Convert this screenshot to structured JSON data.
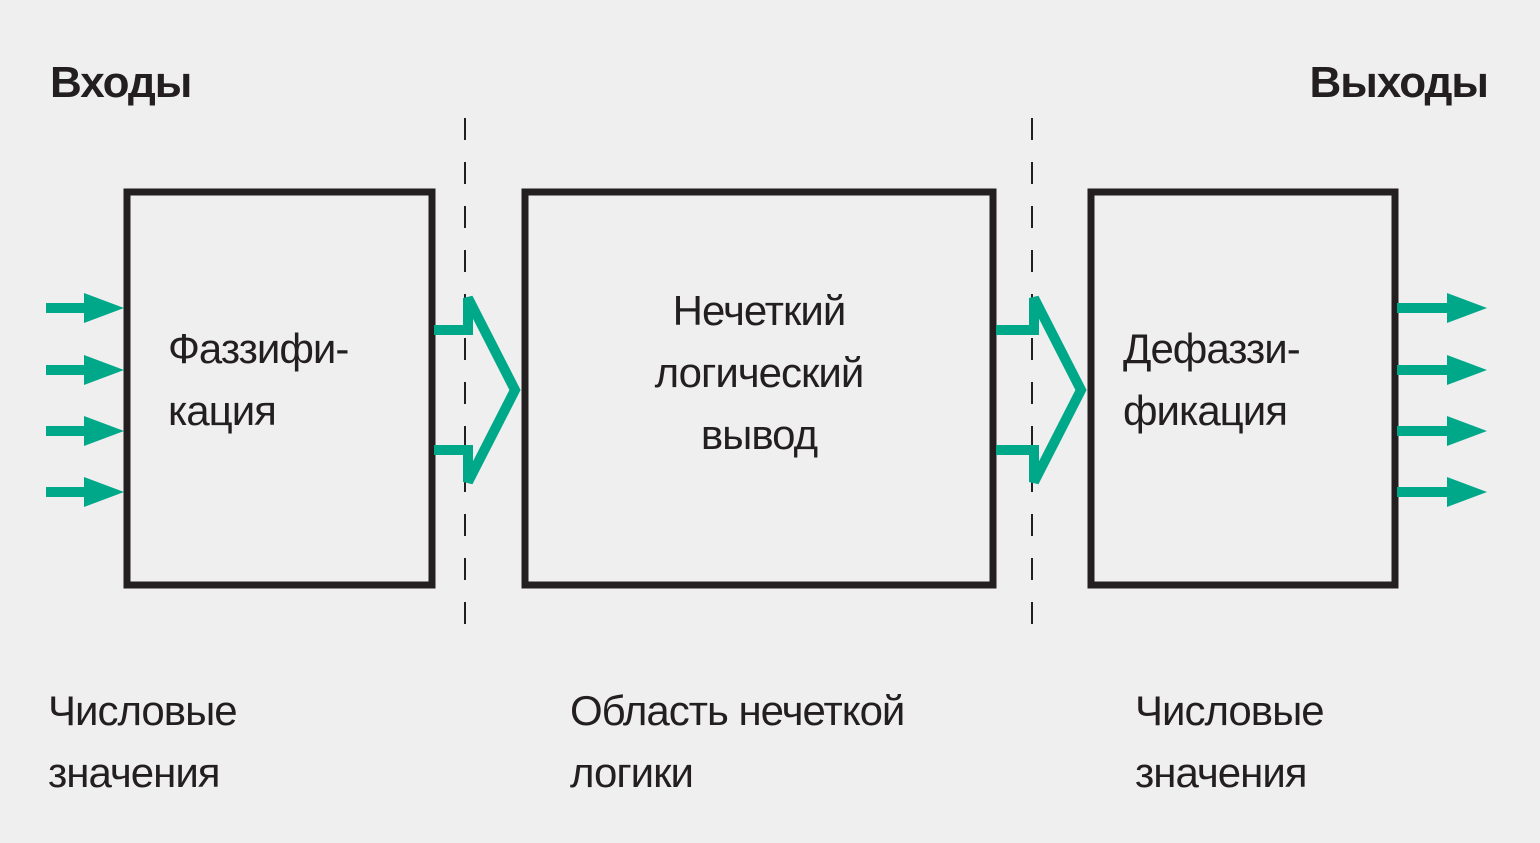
{
  "inputs_title": "Входы",
  "outputs_title": "Выходы",
  "blocks": {
    "fuzzification": [
      "Фаззифи-",
      "кация"
    ],
    "inference": [
      "Нечеткий",
      "логический",
      "вывод"
    ],
    "defuzzification": [
      "Дефаззи-",
      "фикация"
    ]
  },
  "captions": {
    "left": [
      "Числовые",
      "значения"
    ],
    "middle": [
      "Область нечеткой",
      "логики"
    ],
    "right": [
      "Числовые",
      "значения"
    ]
  },
  "colors": {
    "arrow": "#00a88a",
    "line": "#231f20",
    "background": "#efefef"
  }
}
